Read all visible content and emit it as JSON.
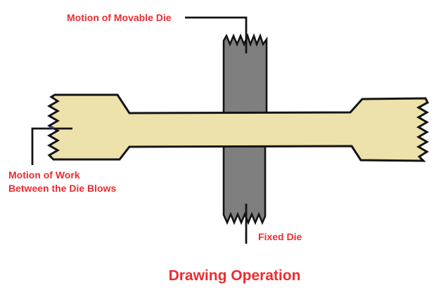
{
  "diagram": {
    "title": "Drawing Operation",
    "labels": {
      "movable_die": "Motion of Movable Die",
      "work_motion_line1": "Motion of Work",
      "work_motion_line2": "Between the Die Blows",
      "fixed_die": "Fixed Die"
    },
    "parts": {
      "movable_die": "movable die (top, torn edge up)",
      "fixed_die": "fixed die (bottom, torn edge down)",
      "workpiece": "drawn work bar with wide jagged ends and thinned middle"
    },
    "colors": {
      "label_red": "#ee2b30",
      "workpiece_fill": "#ede2ab",
      "die_fill": "#7f7f7f",
      "outline_black": "#141414",
      "background": "#ffffff",
      "artifact_blue": "#3b3bb4"
    }
  }
}
